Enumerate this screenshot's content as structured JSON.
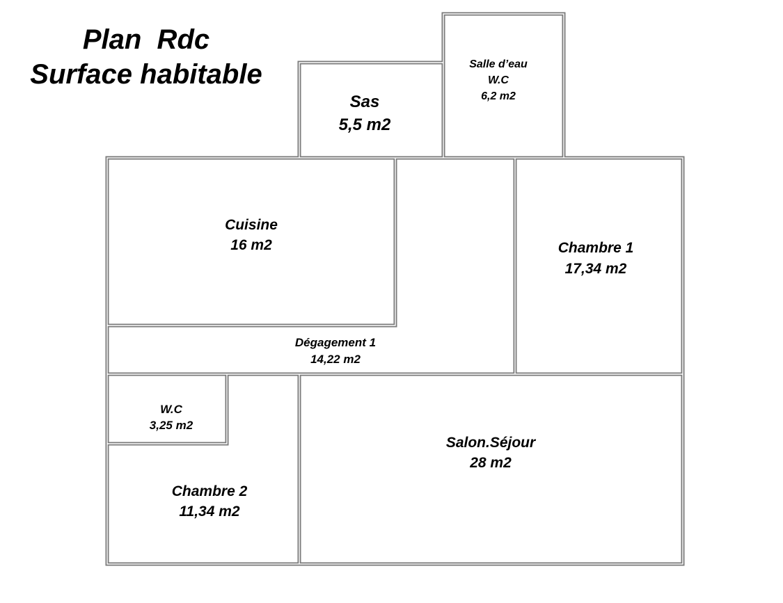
{
  "title": {
    "line1": "Plan  Rdc",
    "line2": "Surface habitable"
  },
  "rooms": {
    "sas": {
      "name": "Sas",
      "area": "5,5 m2"
    },
    "salle_eau": {
      "name": "Salle d’eau",
      "sub": "W.C",
      "area": "6,2 m2"
    },
    "cuisine": {
      "name": "Cuisine",
      "area": "16 m2"
    },
    "chambre1": {
      "name": "Chambre 1",
      "area": "17,34 m2"
    },
    "degagement": {
      "name": "Dégagement 1",
      "area": "14,22 m2"
    },
    "wc": {
      "name": "W.C",
      "area": "3,25 m2"
    },
    "salon": {
      "name": "Salon.Séjour",
      "area": "28 m2"
    },
    "chambre2": {
      "name": "Chambre 2",
      "area": "11,34 m2"
    }
  }
}
